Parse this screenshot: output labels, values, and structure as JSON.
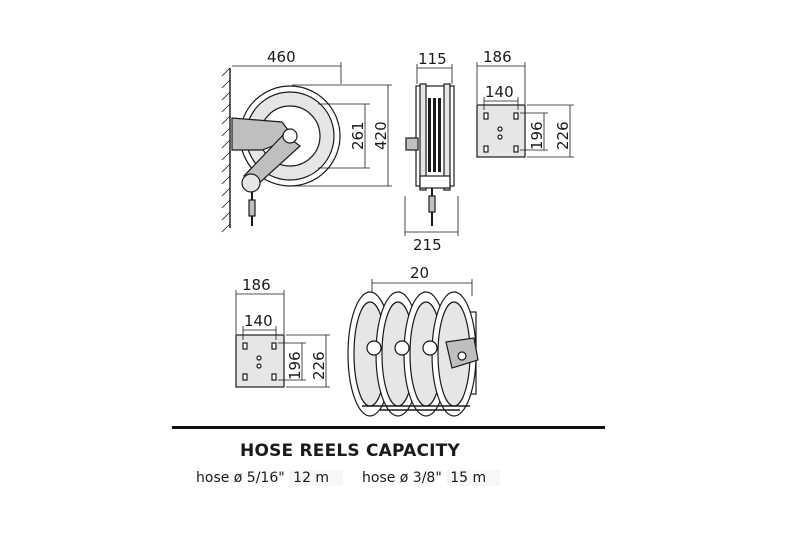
{
  "dimensions": {
    "side_width": "460",
    "side_inner_height": "261",
    "side_outer_height": "420",
    "front_top_width": "115",
    "front_bottom_width": "215",
    "plate_top_width": "186",
    "plate_top_inner_width": "140",
    "plate_top_inner_height": "196",
    "plate_top_outer_height": "226",
    "plate_bottom_width": "186",
    "plate_bottom_inner_width": "140",
    "plate_bottom_inner_height": "196",
    "plate_bottom_outer_height": "226",
    "multi_reel_spacing": "20"
  },
  "capacity": {
    "title": "HOSE REELS CAPACITY",
    "rows": [
      {
        "label": "hose ø 5/16\"",
        "value": "12 m"
      },
      {
        "label": "hose ø 3/8\"",
        "value": "15 m"
      }
    ]
  }
}
